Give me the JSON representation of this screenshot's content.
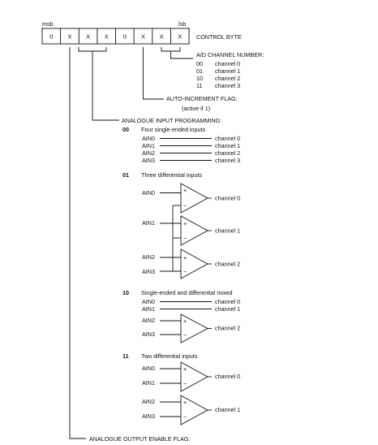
{
  "control_byte": {
    "msb_label": "msb",
    "lsb_label": "lsb",
    "bits": [
      "0",
      "X",
      "X",
      "X",
      "0",
      "X",
      "X",
      "X"
    ],
    "title": "CONTROL BYTE"
  },
  "channel_number": {
    "heading": "A/D CHANNEL NUMBER:",
    "rows": [
      {
        "code": "00",
        "label": "channel 0"
      },
      {
        "code": "01",
        "label": "channel 1"
      },
      {
        "code": "10",
        "label": "channel 2"
      },
      {
        "code": "11",
        "label": "channel 3"
      }
    ]
  },
  "auto_increment": {
    "heading": "AUTO-INCREMENT FLAG:",
    "note": "(active if 1)"
  },
  "input_programming": {
    "heading": "ANALOGUE INPUT PROGRAMMING:",
    "modes": [
      {
        "code": "00",
        "title": "Four single-ended inputs",
        "inputs": [
          "AIN0",
          "AIN1",
          "AIN2",
          "AIN3"
        ],
        "outputs": [
          "channel 0",
          "channel 1",
          "channel 2",
          "channel 3"
        ]
      },
      {
        "code": "01",
        "title": "Three differential inputs",
        "inputs": [
          "AIN0",
          "AIN1",
          "AIN2",
          "AIN3"
        ],
        "outputs": [
          "channel 0",
          "channel 1",
          "channel 2"
        ]
      },
      {
        "code": "10",
        "title": "Single-ended and differential mixed",
        "inputs": [
          "AIN0",
          "AIN1",
          "AIN2",
          "AIN3"
        ],
        "outputs": [
          "channel 0",
          "channel 1",
          "channel 2"
        ]
      },
      {
        "code": "11",
        "title": "Two differential inputs",
        "inputs": [
          "AIN0",
          "AIN1",
          "AIN2",
          "AIN3"
        ],
        "outputs": [
          "channel 0",
          "channel 1"
        ]
      }
    ]
  },
  "output_enable": {
    "heading": "ANALOGUE OUTPUT ENABLE FLAG:"
  },
  "symbols": {
    "plus": "+",
    "minus": "−"
  }
}
